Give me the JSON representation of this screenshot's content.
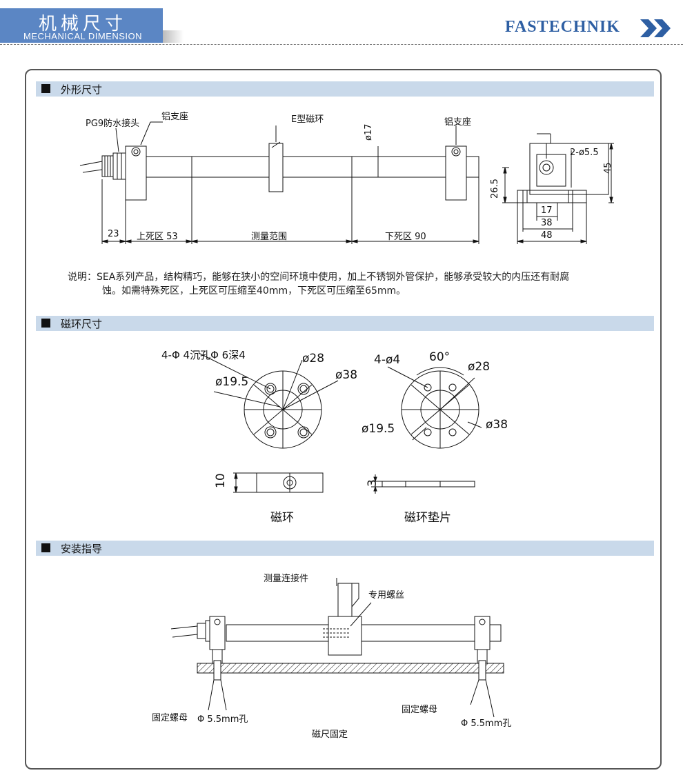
{
  "header": {
    "title_cn": "机械尺寸",
    "title_en": "MECHANICAL DIMENSION",
    "brand": "FASTECHNIK",
    "accent": "#5b86c4",
    "brand_color": "#2e5fa3",
    "brand_icon": "double-chevron-right-icon"
  },
  "sections": {
    "outline": {
      "title": "外形尺寸",
      "labels": {
        "pg9": "PG9防水接头",
        "bracket_left": "铝支座",
        "ering": "E型磁环",
        "bracket_right": "铝支座",
        "dia17": "ø17",
        "dim23": "23",
        "upper_dead": "上死区 53",
        "measure_range": "测量范围",
        "lower_dead": "下死区 90",
        "hole": "2-ø5.5",
        "h45": "45",
        "h265": "26.5",
        "w17": "17",
        "w38": "38",
        "w48": "48"
      },
      "description_line1": "说明：SEA系列产品，结构精巧，能够在狭小的空间环境中使用，加上不锈钢外管保护，能够承受较大的内压还有耐腐",
      "description_line2": "蚀。如需特殊死区，上死区可压缩至40mm，下死区可压缩至65mm。"
    },
    "magnet": {
      "title": "磁环尺寸",
      "labels": {
        "holes_left": "4-Φ 4沉孔Φ 6深4",
        "d28_left": "ø28",
        "d195_left": "ø19.5",
        "d38_left": "ø38",
        "holes_right": "4-ø4",
        "angle": "60°",
        "d28_right": "ø28",
        "d195_right": "ø19.5",
        "d38_right": "ø38",
        "thick10": "10",
        "thick3": "3",
        "name_ring": "磁环",
        "name_pad": "磁环垫片"
      }
    },
    "install": {
      "title": "安装指导",
      "labels": {
        "connector": "测量连接件",
        "screw": "专用螺丝",
        "nut_left": "固定螺母",
        "hole_left": "Φ 5.5mm孔",
        "nut_right": "固定螺母",
        "hole_right": "Φ 5.5mm孔",
        "caption": "磁尺固定"
      }
    }
  }
}
